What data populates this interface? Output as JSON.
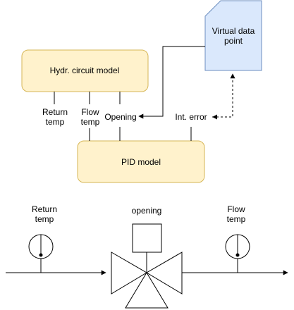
{
  "colors": {
    "model_fill": "#fff2cc",
    "model_stroke": "#d6b656",
    "data_point_fill": "#dae8fc",
    "data_point_stroke": "#6c8ebf",
    "line": "#000000"
  },
  "hydr_model": {
    "label": "Hydr. circuit model",
    "ports": {
      "return_temp_line1": "Return",
      "return_temp_line2": "temp",
      "flow_temp_line1": "Flow",
      "flow_temp_line2": "temp"
    }
  },
  "pid_model": {
    "label": "PID model",
    "ports": {
      "opening": "Opening",
      "int_error": "Int. error"
    }
  },
  "virtual_data_point": {
    "label_line1": "Virtual data",
    "label_line2": "point"
  },
  "hardware": {
    "return_temp_line1": "Return",
    "return_temp_line2": "temp",
    "opening": "opening",
    "flow_temp_line1": "Flow",
    "flow_temp_line2": "temp"
  }
}
